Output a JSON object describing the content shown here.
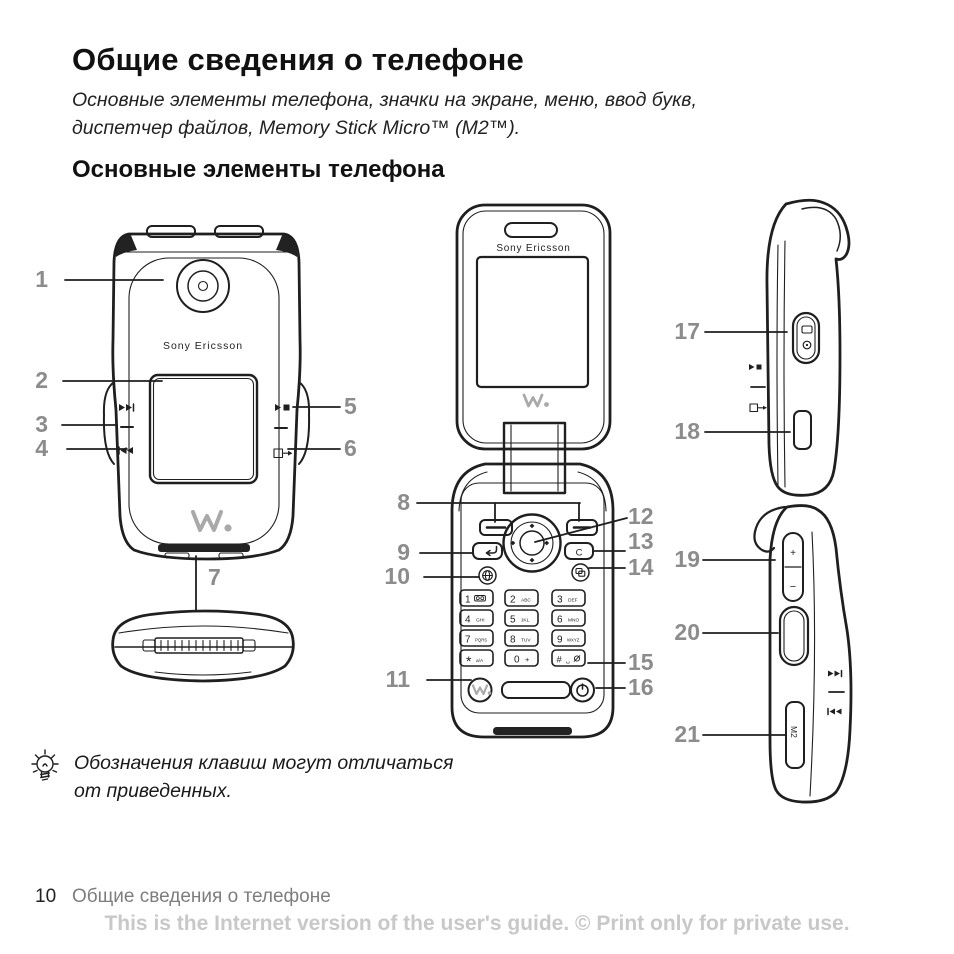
{
  "doc": {
    "title": "Общие сведения о телефоне",
    "subtitle_lines": [
      "Основные элементы телефона, значки на экране, меню, ввод букв,",
      "диспетчер файлов, Memory Stick Micro™ (M2™)."
    ],
    "section_heading": "Основные элементы телефона",
    "note_lines": [
      "Обозначения клавиш могут отличаться",
      "от приведенных."
    ],
    "footer": {
      "page_number": "10",
      "chapter_title": "Общие сведения о телефоне",
      "watermark": "This is the Internet version of the user's guide. © Print only for private use."
    }
  },
  "figure": {
    "brand": "Sony Ericsson",
    "callouts": [
      "1",
      "2",
      "3",
      "4",
      "5",
      "6",
      "7",
      "8",
      "9",
      "10",
      "11",
      "12",
      "13",
      "14",
      "15",
      "16",
      "17",
      "18",
      "19",
      "20",
      "21"
    ],
    "labels": {
      "c_key": "C",
      "m2": "M2",
      "volume_plus": "+",
      "volume_minus": "−"
    },
    "keypad": [
      {
        "d": "1",
        "s": ""
      },
      {
        "d": "2",
        "s": "ABC"
      },
      {
        "d": "3",
        "s": "DEF"
      },
      {
        "d": "4",
        "s": "GHI"
      },
      {
        "d": "5",
        "s": "JKL"
      },
      {
        "d": "6",
        "s": "MNO"
      },
      {
        "d": "7",
        "s": "PQRS"
      },
      {
        "d": "8",
        "s": "TUV"
      },
      {
        "d": "9",
        "s": "WXYZ"
      },
      {
        "d": "*",
        "s": "a/A"
      },
      {
        "d": "0",
        "s": "+"
      },
      {
        "d": "#",
        "s": "␣"
      }
    ],
    "colors": {
      "callout": "#8c8c8c",
      "line": "#1f1f1f",
      "logo": "#a9a9a9",
      "watermark": "#c8c8c8",
      "chapter_gray": "#7d7d7d"
    }
  }
}
